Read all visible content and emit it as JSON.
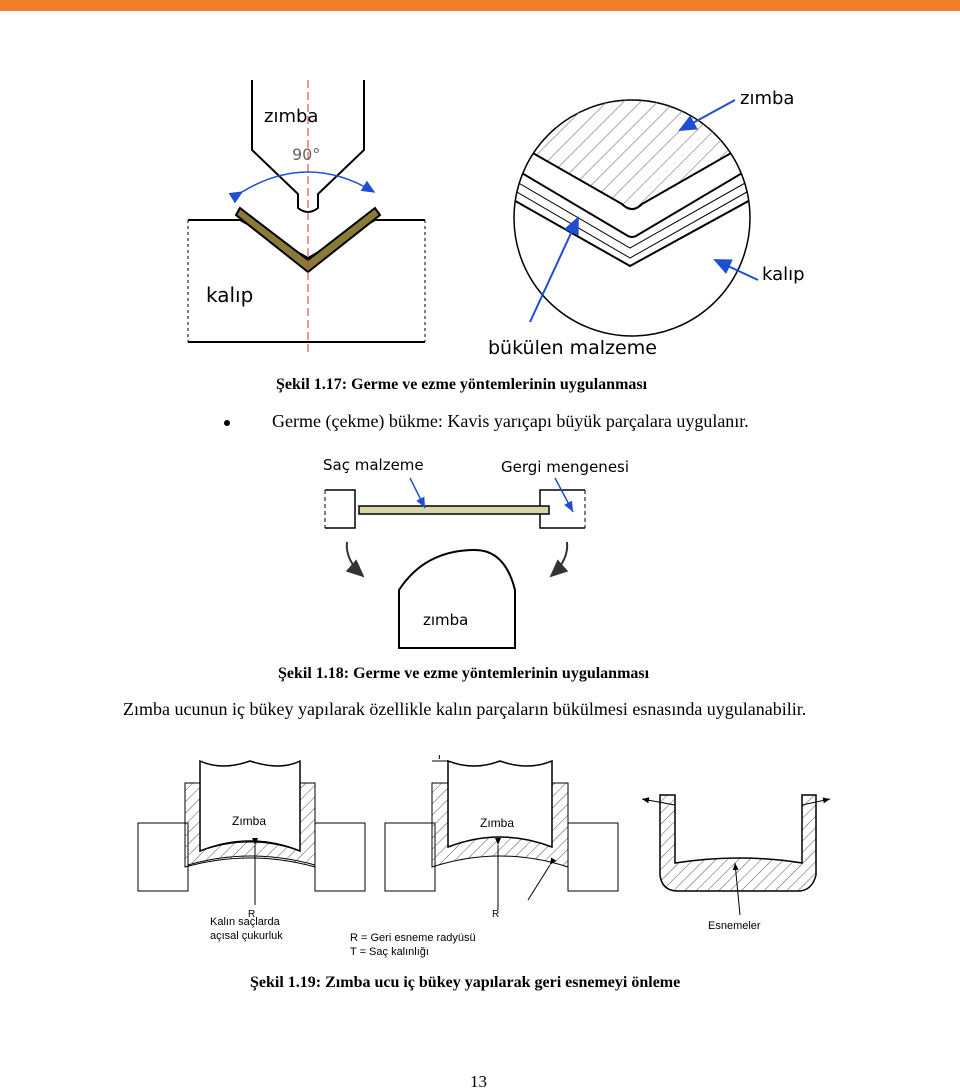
{
  "colors": {
    "top_bar": "#f07f2c",
    "material": "#8a7a3a",
    "arrow": "#1f4fd1",
    "centerline": "#e0303a",
    "hatch": "#444444"
  },
  "figure17": {
    "zimba_label": "zımba",
    "angle_label": "90°",
    "kalip_label": "kalıp",
    "zimba_label_right": "zımba",
    "kalip_label_right": "kalıp",
    "material_label": "bükülen malzeme",
    "caption": "Şekil 1.17: Germe ve ezme yöntemlerinin uygulanması"
  },
  "bullet_text": "Germe (çekme) bükme: Kavis yarıçapı büyük parçalara uygulanır.",
  "figure18": {
    "sheet_label": "Saç malzeme",
    "clamp_label": "Gergi mengenesi",
    "punch_label": "zımba",
    "caption": "Şekil 1.18: Germe ve ezme yöntemlerinin uygulanması"
  },
  "paragraph": "Zımba ucunun iç bükey yapılarak özellikle kalın parçaların bükülmesi esnasında uygulanabilir.",
  "figure19": {
    "zimba_left": "Zımba",
    "zimba_mid": "Zımba",
    "t_label": "T",
    "r_label_left": "R",
    "r_label_mid": "R",
    "note_left_line1": "Kalın saçlarda",
    "note_left_line2": "açısal çukurluk",
    "legend_r": "R = Geri esneme radyüsü",
    "legend_t": "T = Saç kalınlığı",
    "esnemeler": "Esnemeler",
    "caption": "Şekil 1.19: Zımba ucu iç bükey yapılarak geri esnemeyi önleme"
  },
  "page_number": "13"
}
